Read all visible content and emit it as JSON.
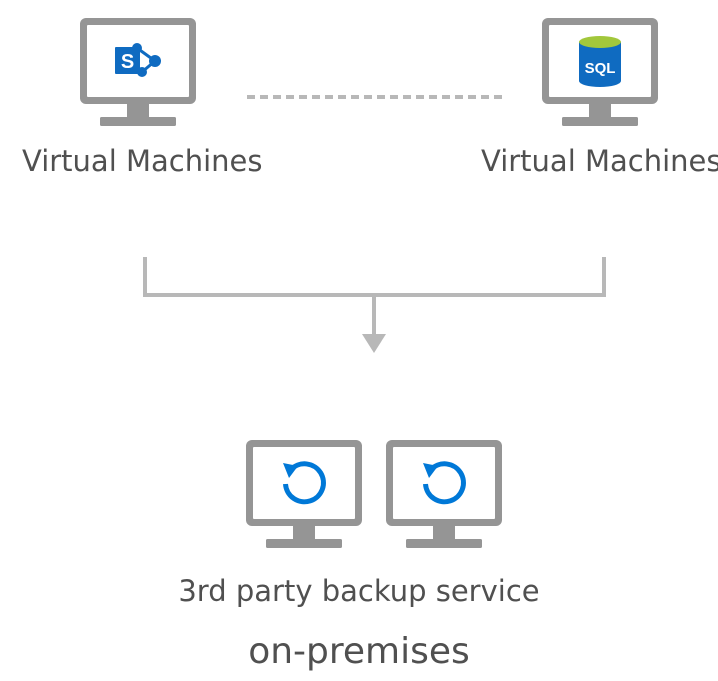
{
  "nodes": {
    "vm_left": {
      "label": "Virtual Machines",
      "screen_icon": "sharepoint-icon",
      "badge_letter": "S"
    },
    "vm_right": {
      "label": "Virtual Machines",
      "screen_icon": "sql-database-icon",
      "badge_text": "SQL"
    },
    "backup": {
      "label": "3rd party backup service",
      "screen_icon": "backup-restore-icon",
      "monitor_count": 2
    },
    "location": {
      "label": "on-premises"
    }
  },
  "connectors": {
    "vm_link": "dashed",
    "merge_arrow": "down"
  },
  "colors": {
    "monitor_gray": "#959595",
    "screen_white": "#ffffff",
    "connector_gray": "#b8b8b8",
    "azure_blue": "#0078d7",
    "sharepoint_blue": "#0f6bc1",
    "sql_cap": "#a2c73b",
    "text_gray": "#505050"
  }
}
